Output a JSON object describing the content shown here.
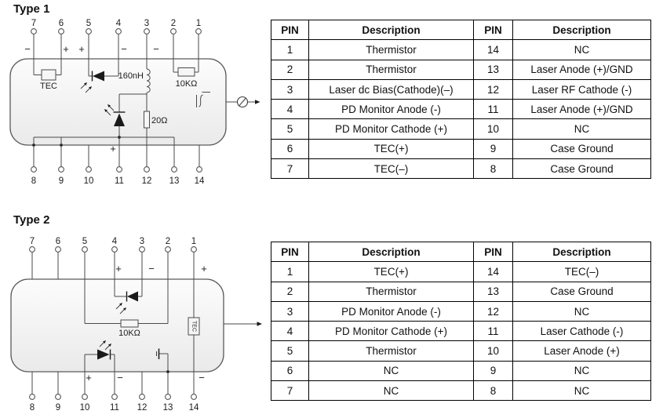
{
  "type1": {
    "title": "Type 1",
    "top_pins": [
      "7",
      "6",
      "5",
      "4",
      "3",
      "2",
      "1"
    ],
    "bottom_pins": [
      "8",
      "9",
      "10",
      "11",
      "12",
      "13",
      "14"
    ],
    "components": {
      "tec": "TEC",
      "inductor": "160nH",
      "thermistor_resistor": "10KΩ",
      "damping_resistor": "20Ω"
    },
    "polarity": {
      "pin7": "−",
      "pin6": "+",
      "pin5": "+",
      "pin4": "−",
      "pin3": "−",
      "pin11": "+"
    },
    "table": {
      "headers": [
        "PIN",
        "Description",
        "PIN",
        "Description"
      ],
      "rows": [
        [
          "1",
          "Thermistor",
          "14",
          "NC"
        ],
        [
          "2",
          "Thermistor",
          "13",
          "Laser Anode (+)/GND"
        ],
        [
          "3",
          "Laser dc Bias(Cathode)(–)",
          "12",
          "Laser RF Cathode (-)"
        ],
        [
          "4",
          "PD Monitor Anode (-)",
          "11",
          "Laser Anode (+)/GND"
        ],
        [
          "5",
          "PD Monitor Cathode (+)",
          "10",
          "NC"
        ],
        [
          "6",
          "TEC(+)",
          "9",
          "Case Ground"
        ],
        [
          "7",
          "TEC(–)",
          "8",
          "Case Ground"
        ]
      ]
    }
  },
  "type2": {
    "title": "Type 2",
    "top_pins": [
      "7",
      "6",
      "5",
      "4",
      "3",
      "2",
      "1"
    ],
    "bottom_pins": [
      "8",
      "9",
      "10",
      "11",
      "12",
      "13",
      "14"
    ],
    "components": {
      "thermistor_resistor": "10KΩ",
      "tec": "TEC"
    },
    "polarity": {
      "pin4": "+",
      "pin3": "−",
      "pin1": "+",
      "pin10": "+",
      "pin11": "−",
      "pin14": "−"
    },
    "table": {
      "headers": [
        "PIN",
        "Description",
        "PIN",
        "Description"
      ],
      "rows": [
        [
          "1",
          "TEC(+)",
          "14",
          "TEC(–)"
        ],
        [
          "2",
          "Thermistor",
          "13",
          "Case Ground"
        ],
        [
          "3",
          "PD Monitor Anode (-)",
          "12",
          "NC"
        ],
        [
          "4",
          "PD Monitor Cathode (+)",
          "11",
          "Laser Cathode (-)"
        ],
        [
          "5",
          "Thermistor",
          "10",
          "Laser Anode (+)"
        ],
        [
          "6",
          "NC",
          "9",
          "NC"
        ],
        [
          "7",
          "NC",
          "8",
          "NC"
        ]
      ]
    }
  }
}
